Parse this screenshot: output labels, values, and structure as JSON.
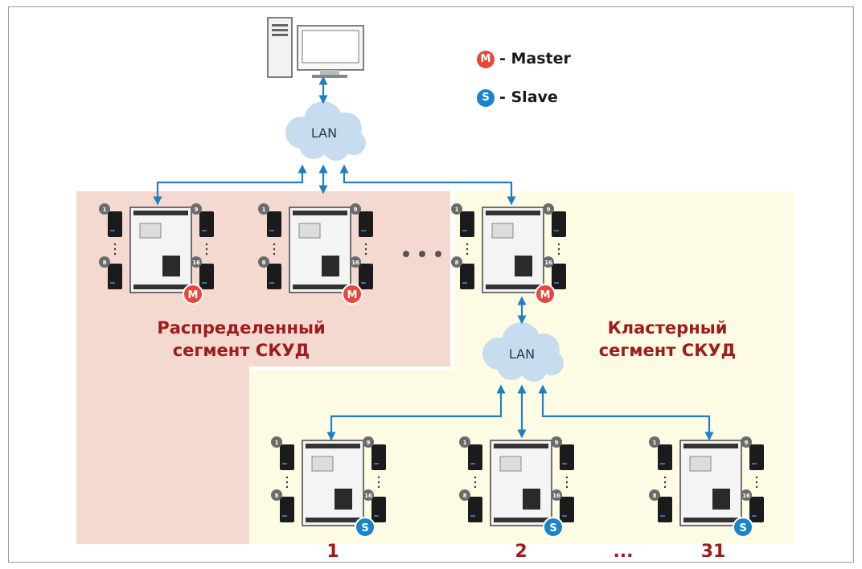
{
  "legend": {
    "master_glyph": "M",
    "master_text": "- Master",
    "master_color": "#e8483a",
    "slave_glyph": "S",
    "slave_text": "- Slave",
    "slave_color": "#1a84c7"
  },
  "network": {
    "lan_top": "LAN",
    "lan_cluster": "LAN"
  },
  "segments": {
    "distributed": {
      "line1": "Распределенный",
      "line2": "сегмент СКУД",
      "color": "#f4d9d1"
    },
    "cluster": {
      "line1": "Кластерный",
      "line2": "сегмент СКУД",
      "color": "#fdfbe3"
    }
  },
  "reader_labels": {
    "r1": "1",
    "r8": "8",
    "r9": "9",
    "r16": "16"
  },
  "ellipsis": "• • •",
  "slaves": {
    "n1": "1",
    "n2": "2",
    "dots": "...",
    "n31": "31"
  },
  "colors": {
    "arrow": "#1f7fc2",
    "label": "#9e1b1b"
  }
}
